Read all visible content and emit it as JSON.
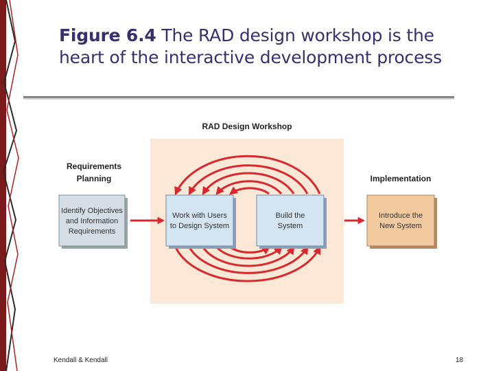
{
  "slide": {
    "title_bold": "Figure 6.4",
    "title_rest": " The RAD design workshop is the heart of the interactive development process",
    "footer_left": "Kendall & Kendall",
    "footer_right": "18"
  },
  "diagram": {
    "workshop_label": "RAD Design Workshop",
    "requirements_heading": [
      "Requirements",
      "Planning"
    ],
    "implementation_heading": "Implementation",
    "boxes": {
      "requirements": [
        "Identify Objectives",
        "and Information",
        "Requirements"
      ],
      "work_with_users": [
        "Work with Users",
        "to Design System"
      ],
      "build": [
        "Build the",
        "System"
      ],
      "introduce": [
        "Introduce the",
        "New System"
      ]
    }
  },
  "colors": {
    "title": "#3a2f6e",
    "arrow_red": "#d9272e",
    "workshop_bg": "#fbe8d6",
    "gray_box": "#d5dee4",
    "blue_box": "#d3e4f3",
    "orange_box": "#f3c9a0"
  }
}
